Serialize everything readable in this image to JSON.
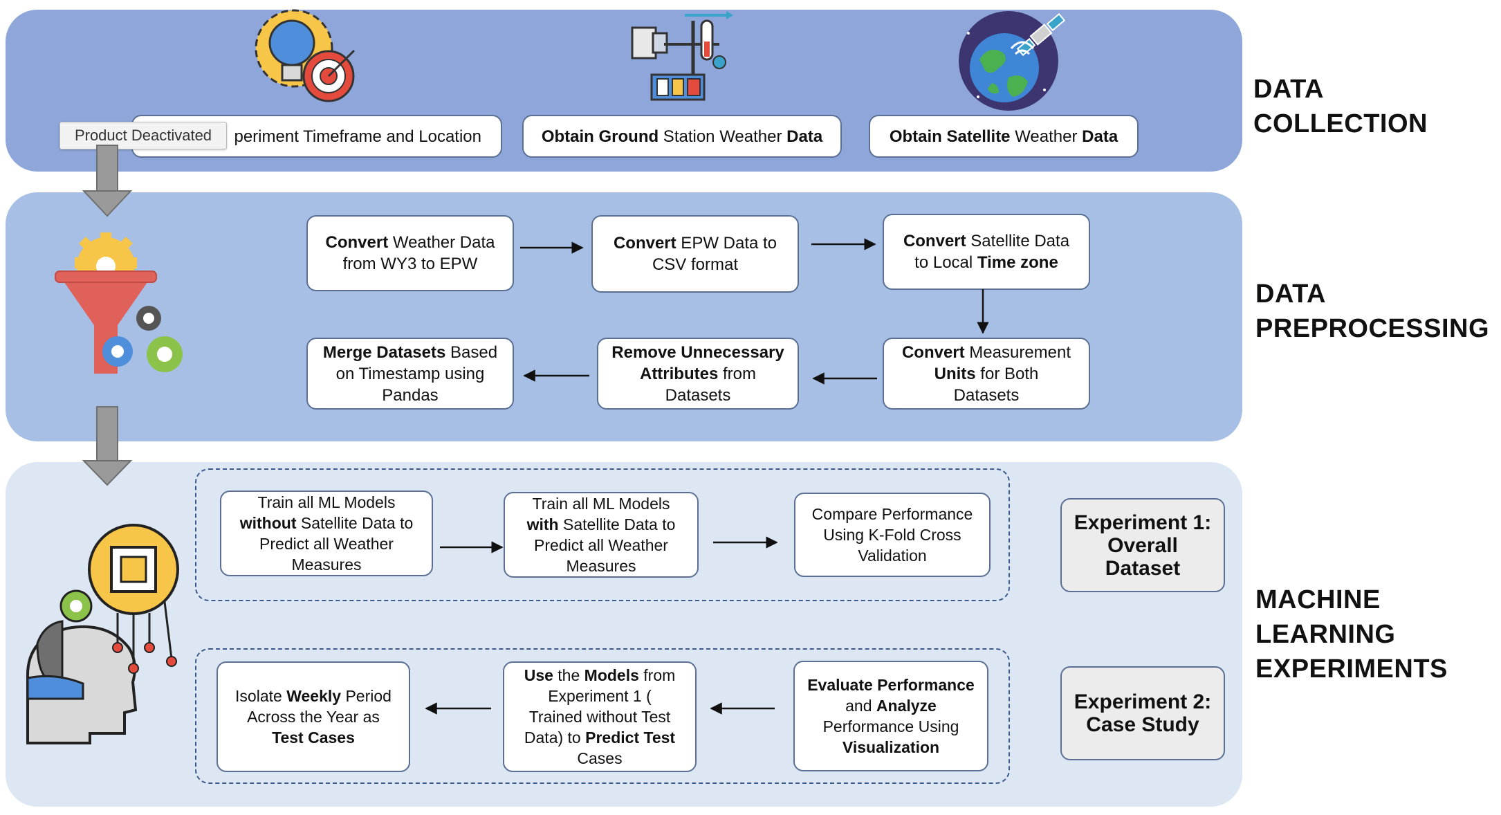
{
  "tooltip": "Product Deactivated",
  "sections": {
    "collection": {
      "label": "DATA COLLECTION",
      "boxes": [
        {
          "pre": "",
          "b1": "",
          "mid": "periment Timeframe and Location",
          "b2": ""
        },
        {
          "pre": "",
          "b1": "Obtain Ground",
          "mid": " Station Weather ",
          "b2": "Data"
        },
        {
          "pre": "",
          "b1": "Obtain Satellite",
          "mid": " Weather ",
          "b2": "Data"
        }
      ]
    },
    "preprocessing": {
      "label_line1": "DATA",
      "label_line2": "PREPROCESSING",
      "boxes": {
        "convert_weather": {
          "b1": "Convert",
          "t1": " Weather Data",
          "t2": "from WY3 to EPW"
        },
        "convert_epw": {
          "b1": "Convert",
          "t1": " EPW Data to",
          "t2": "CSV format"
        },
        "convert_satellite": {
          "b1": "Convert",
          "t1": " Satellite Data",
          "t2a": "to Local ",
          "b2": "Time zone"
        },
        "convert_units": {
          "b1": "Convert",
          "t1": " Measurement",
          "b2": "Units",
          "t2": " for Both",
          "t3": "Datasets"
        },
        "remove_attributes": {
          "b1": "Remove Unnecessary",
          "b2": "Attributes",
          "t2": " from",
          "t3": "Datasets"
        },
        "merge_datasets": {
          "b1": "Merge Datasets",
          "t1": " Based",
          "t2": "on Timestamp using",
          "t3": "Pandas"
        }
      }
    },
    "ml": {
      "label_line1": "MACHINE LEARNING",
      "label_line2": "EXPERIMENTS",
      "exp1": {
        "line1": "Experiment 1:",
        "line2": "Overall",
        "line3": "Dataset"
      },
      "exp2": {
        "line1": "Experiment 2:",
        "line2": "Case Study"
      },
      "row1": {
        "train_without": {
          "t1": "Train all ML Models",
          "b1": "without",
          "t2": " Satellite Data to",
          "t3": "Predict all Weather",
          "t4": "Measures"
        },
        "train_with": {
          "t1": "Train all ML Models",
          "b1": "with",
          "t2": " Satellite Data to",
          "t3": "Predict all Weather",
          "t4": "Measures"
        },
        "compare": {
          "t1": "Compare Performance",
          "t2": "Using K-Fold Cross",
          "t3": "Validation"
        }
      },
      "row2": {
        "evaluate": {
          "b1": "Evaluate Performance",
          "t2a": "and ",
          "b2": "Analyze",
          "t3": "Performance Using",
          "b3": "Visualization"
        },
        "use_models": {
          "b1": "Use",
          "t1a": " the ",
          "b1b": "Models",
          "t1b": " from",
          "t2": "Experiment 1 (",
          "t3": "Trained without Test",
          "t4a": "Data) to ",
          "b4": "Predict Test",
          "t5": "Cases"
        },
        "isolate": {
          "t1a": "Isolate ",
          "b1": "Weekly",
          "t1b": " Period",
          "t2": "Across the Year as",
          "b3": "Test Cases"
        }
      }
    }
  },
  "colors": {
    "collection_band": "#8ea6d9",
    "preprocessing_band": "#a7bfe4",
    "ml_band": "#dde6f3",
    "box_border": "#5a6f93",
    "down_arrow": "#9a9a9a"
  },
  "icons": [
    "lightbulb-target-icon",
    "weather-station-icon",
    "satellite-earth-icon",
    "data-funnel-gears-icon",
    "ai-head-chip-icon"
  ]
}
